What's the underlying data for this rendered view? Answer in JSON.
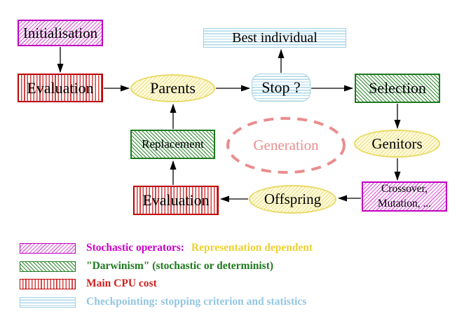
{
  "nodes": {
    "initialisation": {
      "label": "Initialisation"
    },
    "evaluation_top": {
      "label": "Evaluation"
    },
    "parents": {
      "label": "Parents"
    },
    "best_individual": {
      "label": "Best individual"
    },
    "stop": {
      "label": "Stop ?"
    },
    "selection": {
      "label": "Selection"
    },
    "genitors": {
      "label": "Genitors"
    },
    "crossover_mutation": {
      "line1": "Crossover,",
      "line2": "Mutation, ..."
    },
    "offspring": {
      "label": "Offspring"
    },
    "evaluation_bottom": {
      "label": "Evaluation"
    },
    "replacement": {
      "label": "Replacement"
    },
    "generation": {
      "label": "Generation"
    }
  },
  "legend": {
    "stochastic": {
      "label": "Stochastic operators:",
      "suffix": "Representation dependent"
    },
    "darwinism": {
      "label": "\"Darwinism\" (stochastic or determinist)"
    },
    "cpu": {
      "label": "Main CPU cost"
    },
    "checkpointing": {
      "label": "Checkpointing: stopping criterion and statistics"
    }
  },
  "colors": {
    "magenta": "#cc00cc",
    "gold": "#edd12e",
    "green": "#1e7a1e",
    "red": "#cc2222",
    "light_blue": "#93c6e1",
    "salmon": "#ea8d8d",
    "yellow_node_border": "#e9da66",
    "arrow": "#000000"
  }
}
